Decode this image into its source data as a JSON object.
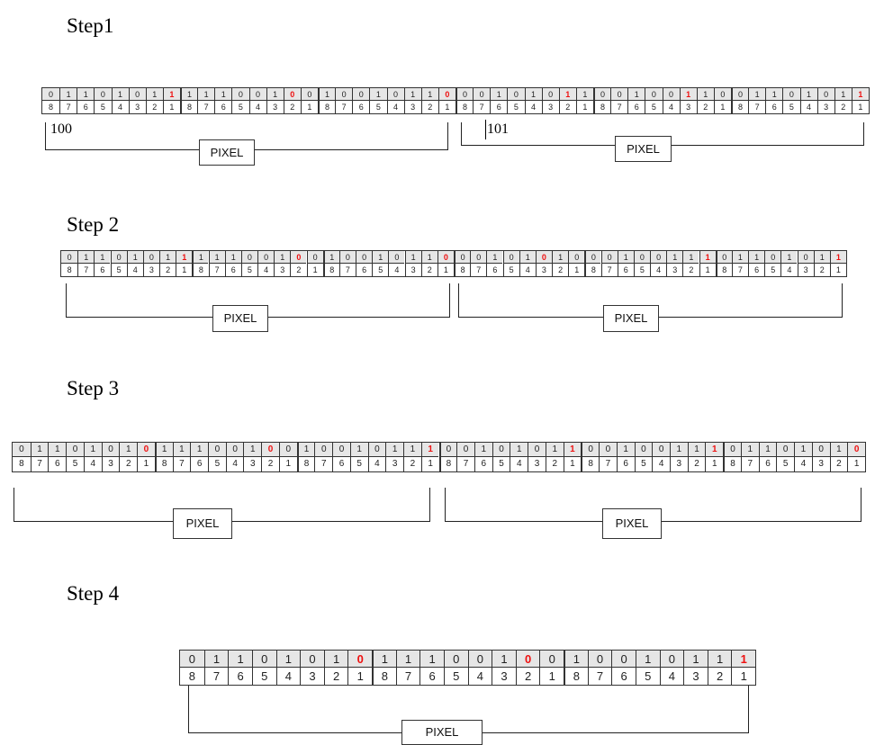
{
  "diagram": {
    "pixel_label": "PIXEL",
    "byte_positions": [
      "8",
      "7",
      "6",
      "5",
      "4",
      "3",
      "2",
      "1"
    ],
    "steps": [
      {
        "title": "Step1",
        "bytes": [
          {
            "bits": [
              "0",
              "1",
              "1",
              "0",
              "1",
              "0",
              "1",
              "1"
            ]
          },
          {
            "bits": [
              "1",
              "1",
              "1",
              "0",
              "0",
              "1",
              "0",
              "0"
            ]
          },
          {
            "bits": [
              "1",
              "0",
              "0",
              "1",
              "0",
              "1",
              "1",
              "0"
            ]
          },
          {
            "bits": [
              "0",
              "0",
              "1",
              "0",
              "1",
              "0",
              "1",
              "1"
            ]
          },
          {
            "bits": [
              "0",
              "0",
              "1",
              "0",
              "0",
              "1",
              "1",
              "0"
            ]
          },
          {
            "bits": [
              "0",
              "1",
              "1",
              "0",
              "1",
              "0",
              "1",
              "1"
            ]
          }
        ],
        "groups": [
          {
            "note": "100",
            "pixel": "PIXEL"
          },
          {
            "note": "101",
            "pixel": "PIXEL"
          }
        ]
      },
      {
        "title": "Step 2",
        "bytes": [
          {
            "bits": [
              "0",
              "1",
              "1",
              "0",
              "1",
              "0",
              "1",
              "1"
            ]
          },
          {
            "bits": [
              "1",
              "1",
              "1",
              "0",
              "0",
              "1",
              "0",
              "0"
            ]
          },
          {
            "bits": [
              "1",
              "0",
              "0",
              "1",
              "0",
              "1",
              "1",
              "0"
            ]
          },
          {
            "bits": [
              "0",
              "0",
              "1",
              "0",
              "1",
              "0",
              "1",
              "0"
            ]
          },
          {
            "bits": [
              "0",
              "0",
              "1",
              "0",
              "0",
              "1",
              "1",
              "1"
            ]
          },
          {
            "bits": [
              "0",
              "1",
              "1",
              "0",
              "1",
              "0",
              "1",
              "1"
            ]
          }
        ],
        "groups": [
          {
            "note": "",
            "pixel": "PIXEL"
          },
          {
            "note": "",
            "pixel": "PIXEL"
          }
        ]
      },
      {
        "title": "Step 3",
        "bytes": [
          {
            "bits": [
              "0",
              "1",
              "1",
              "0",
              "1",
              "0",
              "1",
              "0"
            ]
          },
          {
            "bits": [
              "1",
              "1",
              "1",
              "0",
              "0",
              "1",
              "0",
              "0"
            ]
          },
          {
            "bits": [
              "1",
              "0",
              "0",
              "1",
              "0",
              "1",
              "1",
              "1"
            ]
          },
          {
            "bits": [
              "0",
              "0",
              "1",
              "0",
              "1",
              "0",
              "1",
              "1"
            ]
          },
          {
            "bits": [
              "0",
              "0",
              "1",
              "0",
              "0",
              "1",
              "1",
              "1"
            ]
          },
          {
            "bits": [
              "0",
              "1",
              "1",
              "0",
              "1",
              "0",
              "1",
              "0"
            ]
          }
        ],
        "groups": [
          {
            "note": "",
            "pixel": "PIXEL"
          },
          {
            "note": "",
            "pixel": "PIXEL"
          }
        ]
      },
      {
        "title": "Step 4",
        "bytes": [
          {
            "bits": [
              "0",
              "1",
              "1",
              "0",
              "1",
              "0",
              "1",
              "0"
            ]
          },
          {
            "bits": [
              "1",
              "1",
              "1",
              "0",
              "0",
              "1",
              "0",
              "0"
            ]
          },
          {
            "bits": [
              "1",
              "0",
              "0",
              "1",
              "0",
              "1",
              "1",
              "1"
            ]
          }
        ],
        "groups": [
          {
            "note": "",
            "pixel": "PIXEL"
          }
        ]
      }
    ],
    "colors": {
      "highlight": "#ee1111",
      "bit_fill": "#e6e6e6",
      "position_fill": "#ffffff",
      "line": "#222222"
    }
  }
}
